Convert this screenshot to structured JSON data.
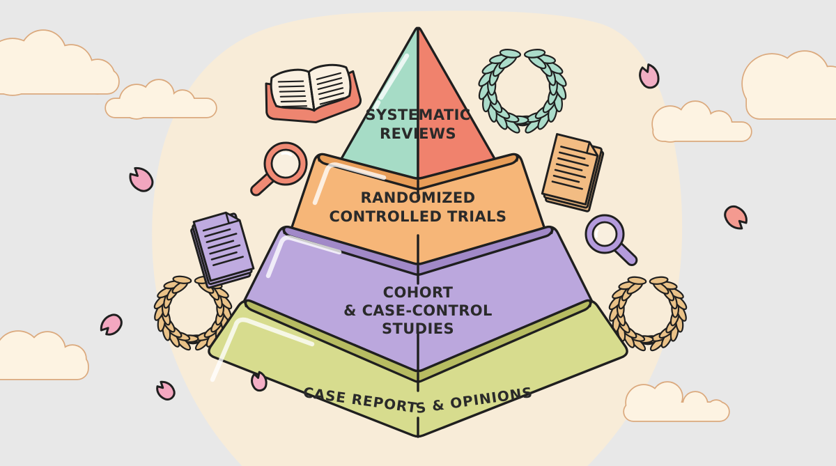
{
  "pyramid": {
    "tiers": [
      {
        "rank": 1,
        "label": "SYSTEMATIC REVIEWS",
        "lines": [
          "SYSTEMATIC",
          "REVIEWS"
        ],
        "colors": {
          "left": "#a6dcc6",
          "right": "#f0826d"
        }
      },
      {
        "rank": 2,
        "label": "RANDOMIZED CONTROLLED TRIALS",
        "lines": [
          "RANDOMIZED",
          "CONTROLLED TRIALS"
        ],
        "colors": {
          "face": "#f6b678",
          "facet": "#e89d58"
        }
      },
      {
        "rank": 3,
        "label": "COHORT & CASE-CONTROL STUDIES",
        "lines": [
          "COHORT",
          "& CASE-CONTROL",
          "STUDIES"
        ],
        "colors": {
          "face": "#bba7dd",
          "facet": "#a189c8"
        }
      },
      {
        "rank": 4,
        "label": "CASE REPORTS & OPINIONS",
        "lines": [
          "CASE REPORTS & OPINIONS"
        ],
        "colors": {
          "face": "#d7dc8e",
          "facet": "#b7bc62"
        }
      }
    ],
    "outline_color": "#1f1f1f",
    "text_color": "#2a2a2a"
  },
  "decorations": {
    "icons": [
      {
        "name": "open-book-icon",
        "color": "#ee8570"
      },
      {
        "name": "laurel-wreath-icon-top-right",
        "color": "#abdcca"
      },
      {
        "name": "magnifier-icon-left",
        "color": "#f08a74"
      },
      {
        "name": "documents-icon-right",
        "color": "#f2bc83"
      },
      {
        "name": "documents-icon-left",
        "color": "#bfabe0"
      },
      {
        "name": "magnifier-icon-right",
        "color": "#b49bdc"
      },
      {
        "name": "laurel-wreath-icon-bottom-left",
        "color": "#eac288"
      },
      {
        "name": "laurel-wreath-icon-bottom-right",
        "color": "#eac288"
      }
    ],
    "petal_colors": [
      "#f2a6bf",
      "#f2aec4",
      "#f49a90",
      "#f3a7c0",
      "#f3a7c0",
      "#f5afc6"
    ],
    "cloud_fill": "#fdf3e2",
    "cloud_outline": "#dba97d",
    "gloss_color": "#ffffff"
  },
  "background": {
    "circle_color": "#f8ecd8",
    "sky_peach": "#f7c5a4",
    "sky_salmon": "#f2a98a",
    "sky_mint": "#bce1c8"
  }
}
